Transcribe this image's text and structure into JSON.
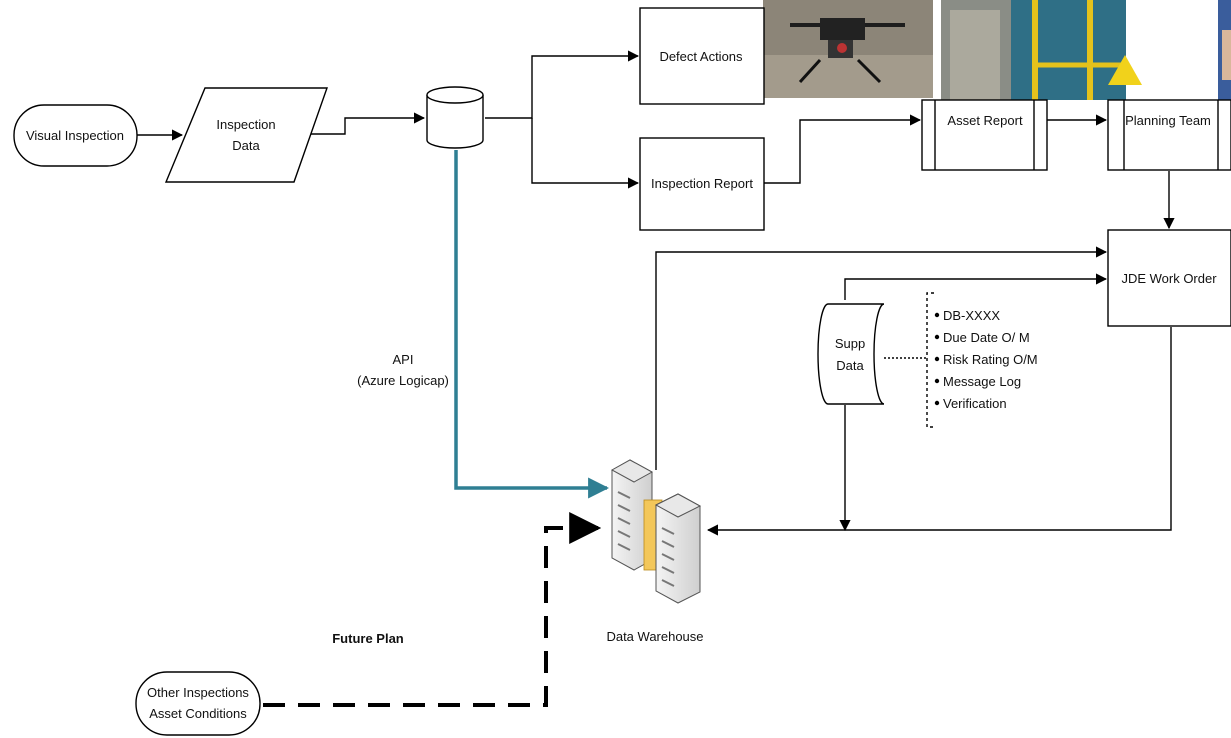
{
  "nodes": {
    "visual_inspection": "Visual Inspection",
    "inspection_data": [
      "Inspection",
      "Data"
    ],
    "defect_actions": "Defect Actions",
    "inspection_report": "Inspection Report",
    "asset_report": "Asset Report",
    "planning_team": "Planning Team",
    "jde_work_order": "JDE Work Order",
    "supp_data": [
      "Supp",
      "Data"
    ],
    "data_warehouse": "Data Warehouse",
    "other_inspections": [
      "Other Inspections",
      "Asset Conditions"
    ]
  },
  "supp_data_fields": [
    "DB-XXXX",
    "Due Date O/ M",
    "Risk Rating O/M",
    "Message Log",
    "Verification"
  ],
  "api_label": [
    "API",
    "(Azure Logicap)"
  ],
  "future_plan": "Future Plan",
  "photos": [
    "drone-photo",
    "platform-ladder-photo",
    "worker-photo"
  ],
  "colors": {
    "api_line": "#2f7f93",
    "line": "#000000"
  }
}
